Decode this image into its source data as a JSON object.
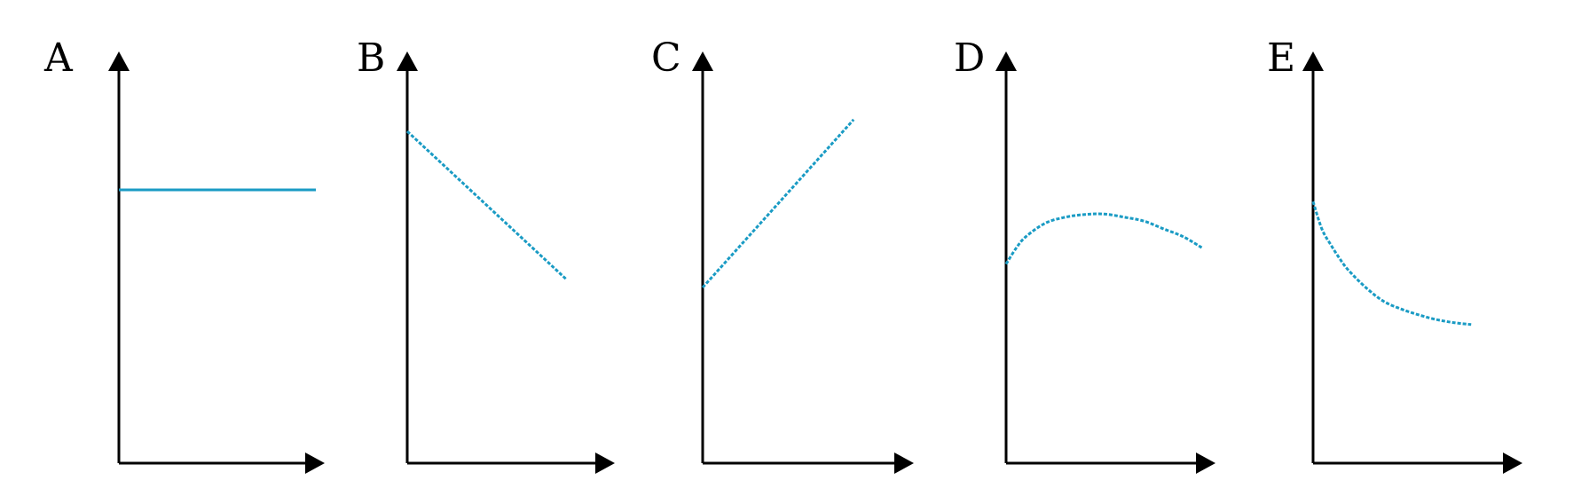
{
  "colors": {
    "axis": "#000000",
    "curve": "#1a9bc4"
  },
  "chart_data": [
    {
      "type": "line",
      "panel_label": "A",
      "xlabel": "",
      "ylabel": "",
      "xlim": [
        0,
        10
      ],
      "ylim": [
        0,
        10
      ],
      "shape": "constant",
      "x": [
        0,
        10
      ],
      "y": [
        7,
        7
      ]
    },
    {
      "type": "line",
      "panel_label": "B",
      "xlabel": "",
      "ylabel": "",
      "xlim": [
        0,
        10
      ],
      "ylim": [
        0,
        10
      ],
      "shape": "decreasing-linear",
      "x": [
        0,
        8.4
      ],
      "y": [
        8.5,
        4.7
      ]
    },
    {
      "type": "line",
      "panel_label": "C",
      "xlabel": "",
      "ylabel": "",
      "xlim": [
        0,
        10
      ],
      "ylim": [
        0,
        10
      ],
      "shape": "increasing-linear",
      "x": [
        0,
        8.3
      ],
      "y": [
        4.5,
        8.8
      ]
    },
    {
      "type": "line",
      "panel_label": "D",
      "xlabel": "",
      "ylabel": "",
      "xlim": [
        0,
        10
      ],
      "ylim": [
        0,
        10
      ],
      "shape": "rise-then-fall",
      "x": [
        0,
        0.5,
        1,
        2,
        3,
        4,
        5,
        6,
        7,
        8,
        9,
        10
      ],
      "y": [
        5.1,
        5.5,
        5.8,
        6.15,
        6.3,
        6.37,
        6.38,
        6.3,
        6.2,
        6.0,
        5.8,
        5.5
      ]
    },
    {
      "type": "line",
      "panel_label": "E",
      "xlabel": "",
      "ylabel": "",
      "xlim": [
        0,
        10
      ],
      "ylim": [
        0,
        10
      ],
      "shape": "decaying",
      "x": [
        0,
        0.5,
        1,
        1.5,
        2,
        3,
        4,
        5,
        6,
        7,
        8,
        9
      ],
      "y": [
        6.7,
        6.0,
        5.6,
        5.25,
        4.95,
        4.5,
        4.15,
        3.95,
        3.8,
        3.68,
        3.6,
        3.55
      ]
    }
  ]
}
